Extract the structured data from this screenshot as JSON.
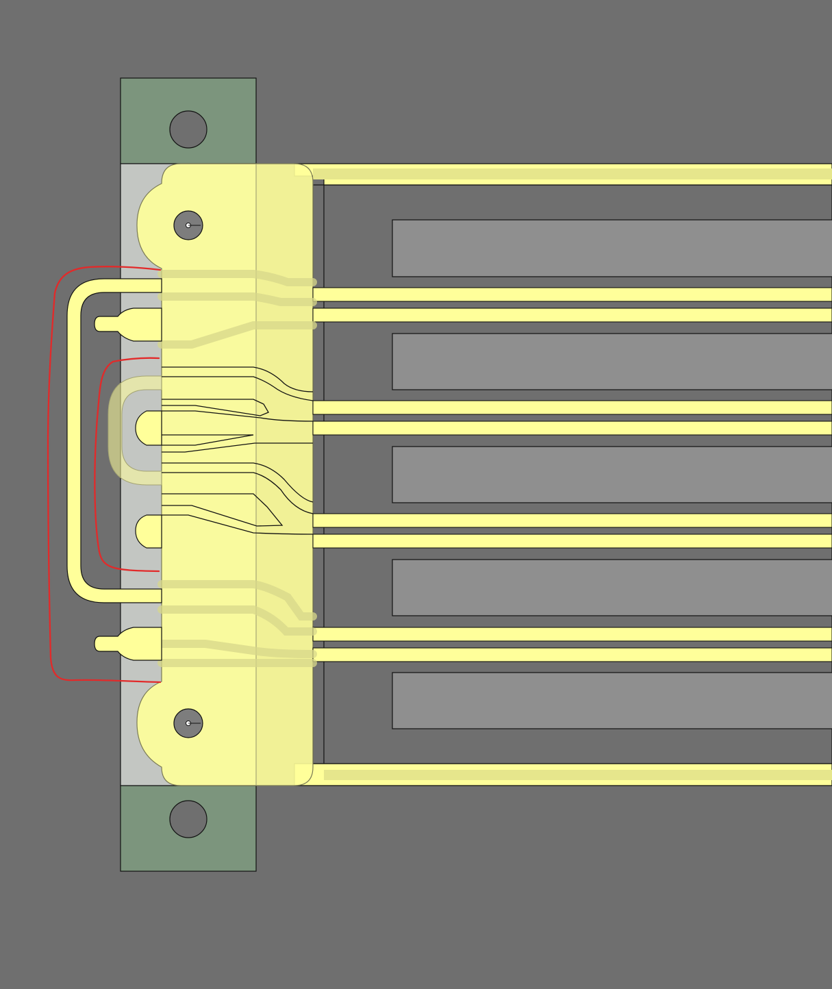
{
  "diagram": {
    "kind": "cad-top-view",
    "labels": [],
    "colors": {
      "background": "#6f6f6f",
      "mount_plate": "#7c957d",
      "backing_plate": "#c3c6c2",
      "flex_copper": "#ffff9a",
      "trace_faded": "#e6e68c",
      "slot_fill": "#8f8f8f",
      "outline": "#111111",
      "markup": "#e22a2a",
      "hole_fill": "#7d7d7d"
    },
    "counts": {
      "mount_plates": 2,
      "mount_holes": 2,
      "pivot_holes": 2,
      "window_slots": 5,
      "side_tabs": 4,
      "red_markup_strokes": 2
    }
  }
}
